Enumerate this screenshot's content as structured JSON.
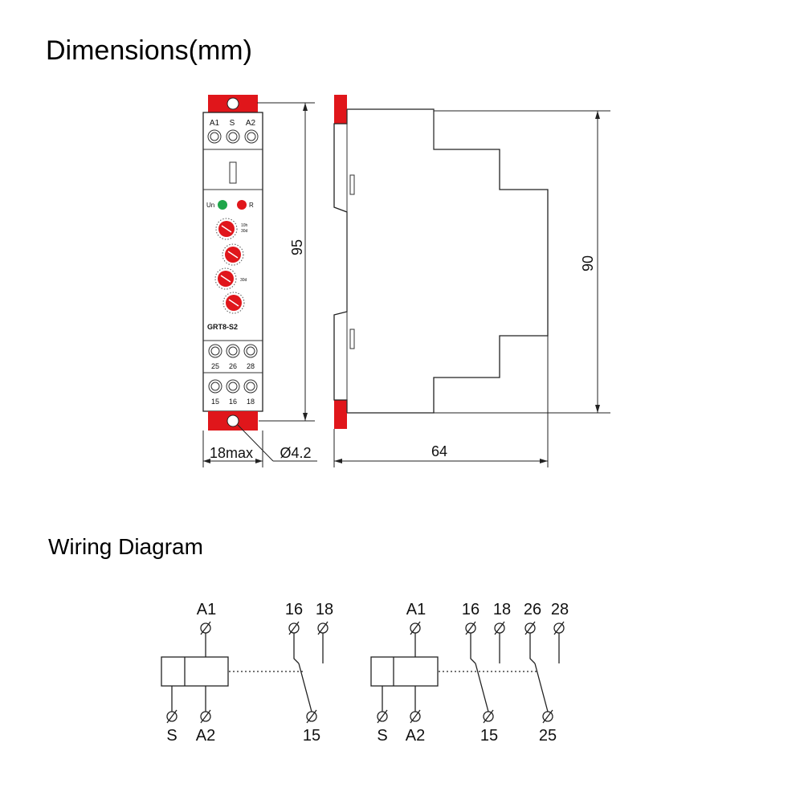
{
  "titles": {
    "dimensions": "Dimensions(mm)",
    "wiring": "Wiring Diagram"
  },
  "front_view": {
    "top_terminals": [
      "A1",
      "S",
      "A2"
    ],
    "led_labels": [
      "Un",
      "R"
    ],
    "model": "GRT8-S2",
    "mid_terminals": [
      "25",
      "26",
      "28"
    ],
    "bottom_terminals": [
      "15",
      "16",
      "18"
    ],
    "dim_height": "95",
    "dim_width": "18max",
    "dim_hole": "Ø4.2"
  },
  "side_view": {
    "dim_height": "90",
    "dim_depth": "64"
  },
  "wiring": {
    "left": {
      "coil_top": "A1",
      "contact_top": [
        "16",
        "18"
      ],
      "coil_bottom": [
        "S",
        "A2"
      ],
      "contact_bottom": "15"
    },
    "right": {
      "coil_top": "A1",
      "contact_top": [
        "16",
        "18",
        "26",
        "28"
      ],
      "coil_bottom": [
        "S",
        "A2"
      ],
      "contact_bottom": [
        "15",
        "25"
      ]
    }
  },
  "colors": {
    "red": "#e0161b",
    "green": "#1fa64a",
    "line": "#222222"
  }
}
